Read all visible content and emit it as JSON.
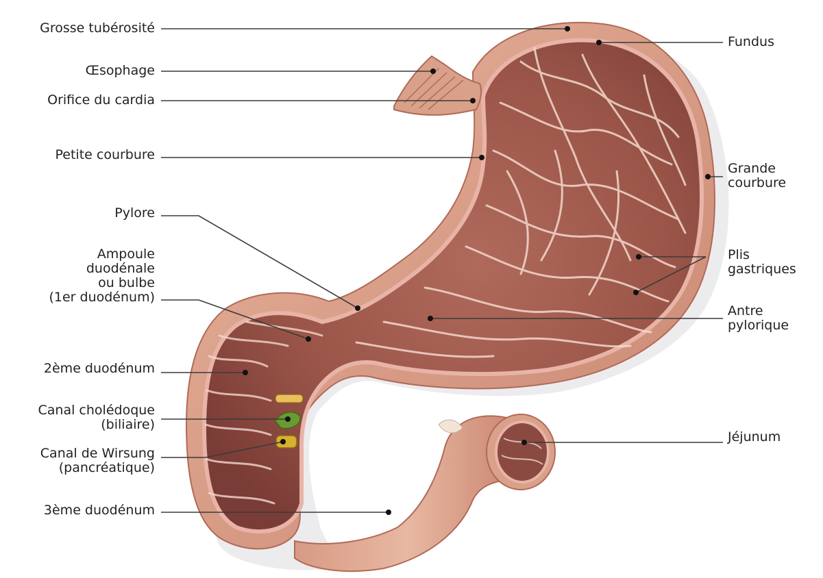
{
  "colors": {
    "background": "#ffffff",
    "tissue_light": "#d9a08a",
    "tissue_mid": "#c07a66",
    "tissue_dark": "#8a4a42",
    "mucosa_edge": "#e8b4a8",
    "fold_highlight": "#f6e2d8",
    "leader_line": "#3a3a3a",
    "bile_duct": "#6a9a32",
    "pancreatic_duct": "#d8b030",
    "text": "#222222"
  },
  "labels": {
    "grosse_tuberosite": "Grosse tubérosité",
    "oesophage": "Œsophage",
    "orifice_cardia": "Orifice du cardia",
    "petite_courbure": "Petite courbure",
    "pylore": "Pylore",
    "ampoule": "Ampoule\nduodénale\nou bulbe\n(1er duodénum)",
    "deuxieme_duodenum": "2ème duodénum",
    "canal_choledoque": "Canal cholédoque\n(biliaire)",
    "canal_wirsung": "Canal de Wirsung\n(pancréatique)",
    "troisieme_duodenum": "3ème duodénum",
    "fundus": "Fundus",
    "grande_courbure": "Grande\ncourbure",
    "plis_gastriques": "Plis\ngastriques",
    "antre_pylorique": "Antre\npylorique",
    "jejunum": "Jéjunum"
  }
}
